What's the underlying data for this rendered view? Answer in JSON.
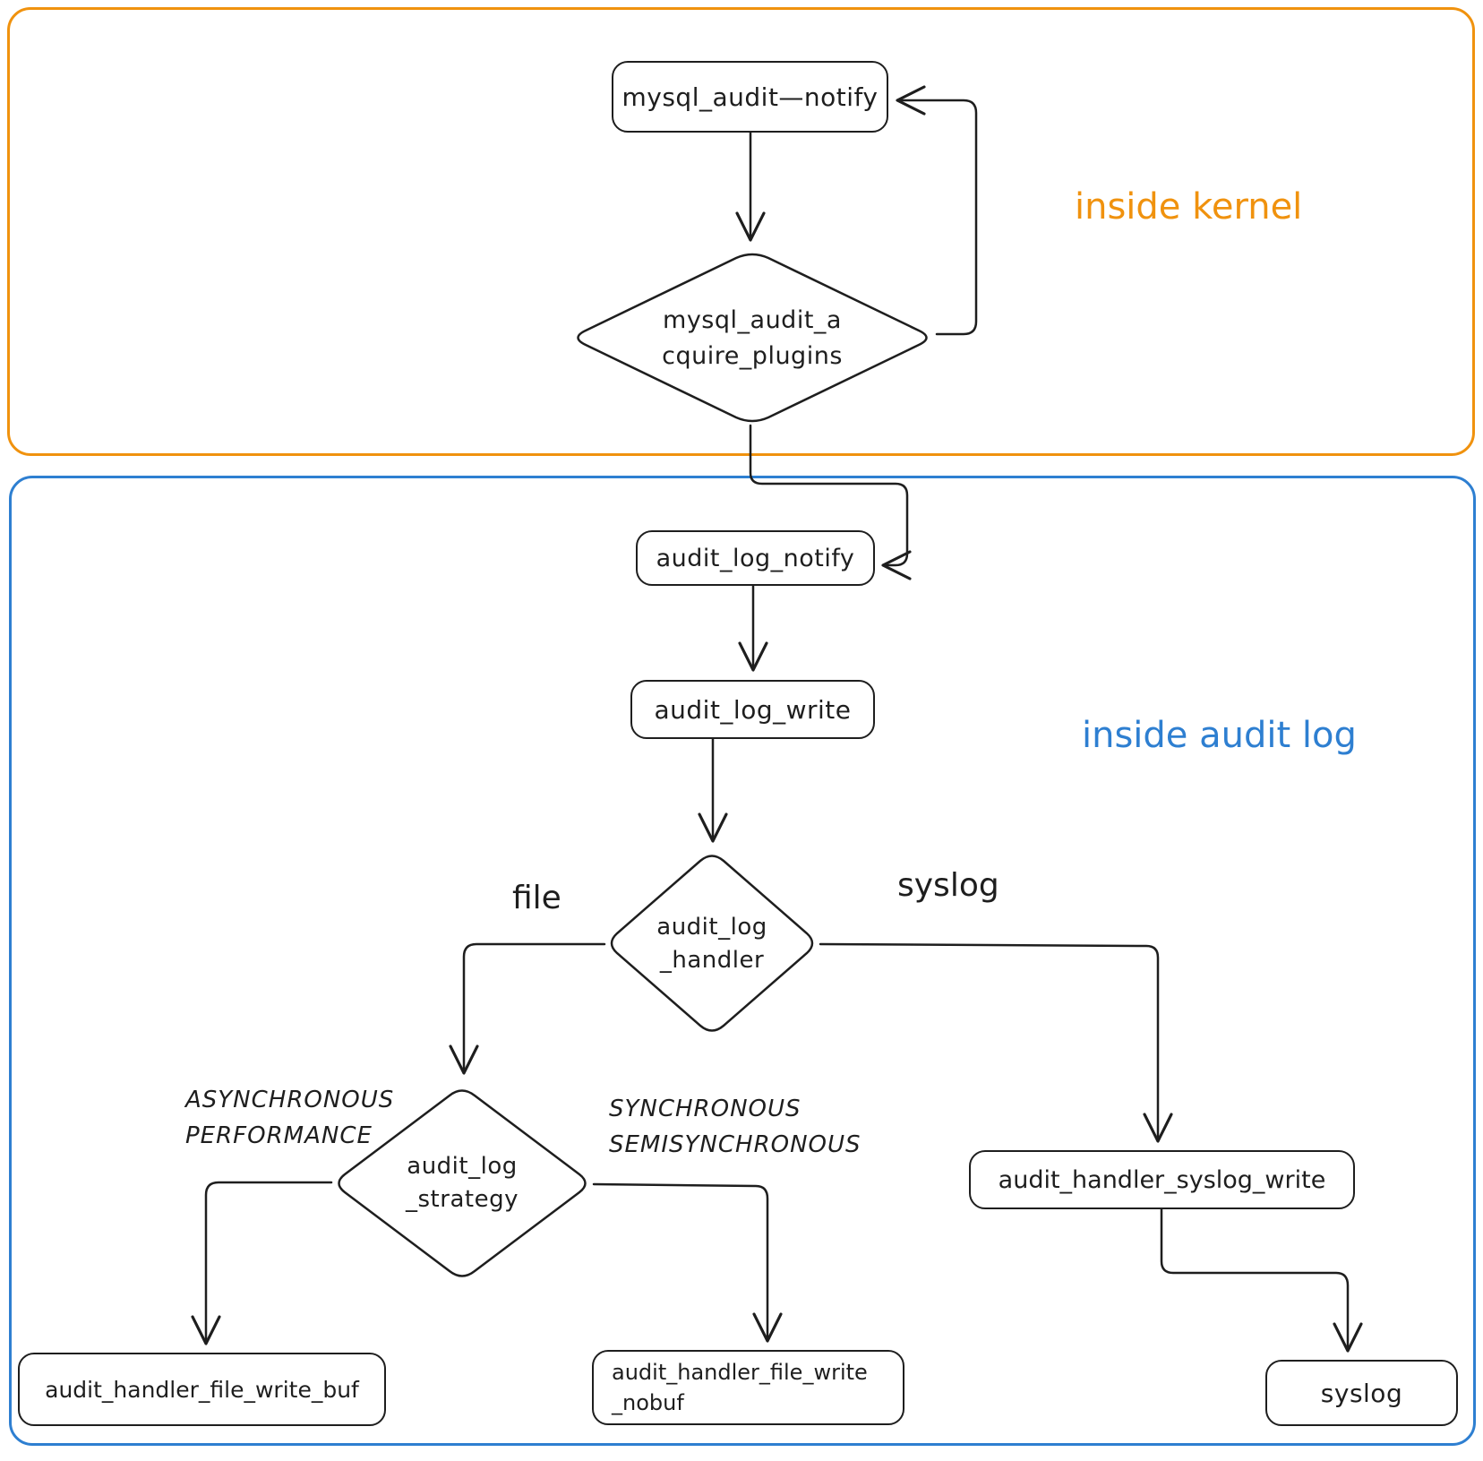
{
  "canvas": {
    "background": "#ffffff",
    "stroke_color": "#1e1e1e"
  },
  "regions": {
    "kernel": {
      "label": "inside kernel",
      "color": "#f0920e"
    },
    "audit_log": {
      "label": "inside audit log",
      "color": "#2e7fd1"
    }
  },
  "nodes": {
    "mysql_audit_notify": {
      "label": "mysql_audit—notify"
    },
    "mysql_audit_acquire_plugins": {
      "line1": "mysql_audit_a",
      "line2": "cquire_plugins"
    },
    "audit_log_notify": {
      "label": "audit_log_notify"
    },
    "audit_log_write": {
      "label": "audit_log_write"
    },
    "audit_log_handler": {
      "line1": "audit_log",
      "line2": "_handler"
    },
    "audit_log_strategy": {
      "line1": "audit_log",
      "line2": "_strategy"
    },
    "audit_handler_file_write_buf": {
      "label": "audit_handler_file_write_buf"
    },
    "audit_handler_file_write_nobuf": {
      "line1": "audit_handler_file_write",
      "line2": "_nobuf"
    },
    "audit_handler_syslog_write": {
      "label": "audit_handler_syslog_write"
    },
    "syslog_endpoint": {
      "label": "syslog"
    }
  },
  "edge_labels": {
    "file": "file",
    "syslog": "syslog",
    "async_line1": "ASYNCHRONOUS",
    "async_line2": "PERFORMANCE",
    "sync_line1": "SYNCHRONOUS",
    "sync_line2": "SEMISYNCHRONOUS"
  }
}
